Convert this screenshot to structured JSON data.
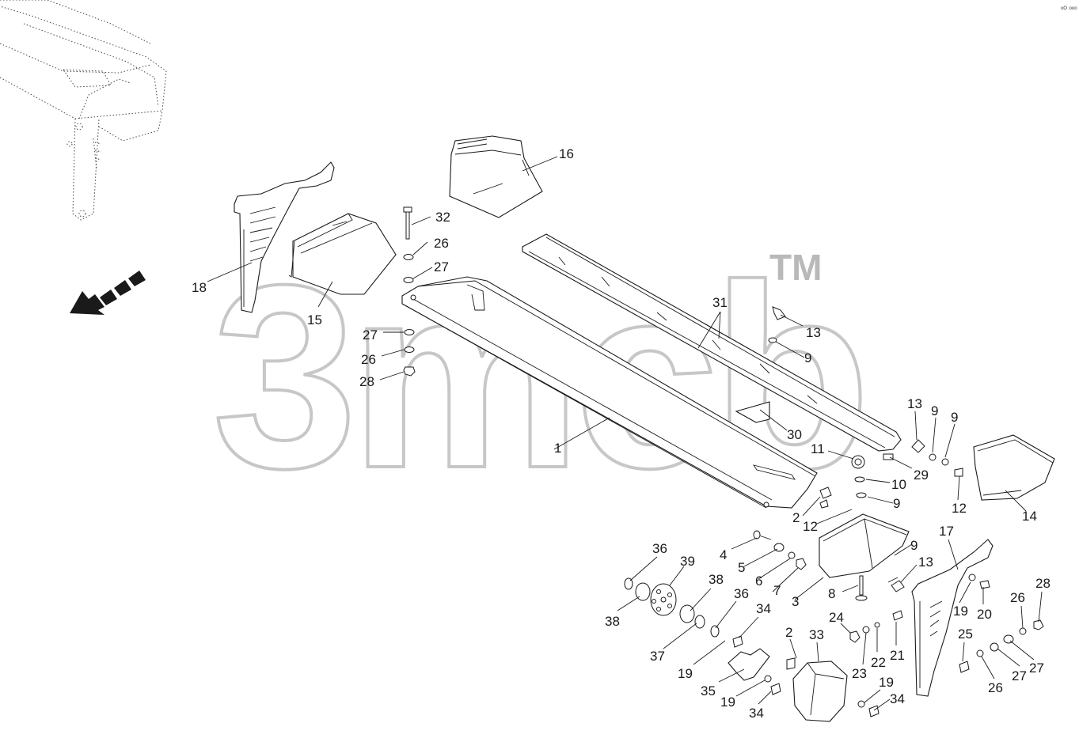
{
  "watermark": {
    "text": "3mcb",
    "trademark": "TM"
  },
  "corner_mark": "ᵒᴼ ᵒᵒᵒ",
  "callouts": {
    "1": "1",
    "2": "2",
    "3": "3",
    "4": "4",
    "5": "5",
    "6": "6",
    "7": "7",
    "8": "8",
    "9": "9",
    "10": "10",
    "11": "11",
    "12": "12",
    "13": "13",
    "14": "14",
    "15": "15",
    "16": "16",
    "17": "17",
    "18": "18",
    "19": "19",
    "20": "20",
    "21": "21",
    "22": "22",
    "23": "23",
    "24": "24",
    "25": "25",
    "26": "26",
    "27": "27",
    "28": "28",
    "29": "29",
    "30": "30",
    "31": "31",
    "32": "32",
    "33": "33",
    "34": "34",
    "35": "35",
    "36": "36",
    "37": "37",
    "38": "38",
    "39": "39"
  },
  "direction_arrow": "arrow-icon"
}
